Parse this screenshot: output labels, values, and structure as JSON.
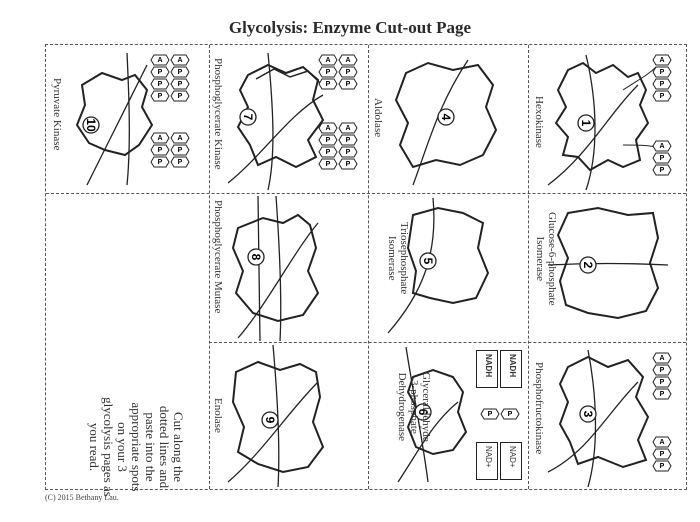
{
  "page": {
    "title": "Glycolysis: Enzyme Cut-out Page",
    "copyright": "(C) 2015 Bethany Lau."
  },
  "instructions": "Cut along the\ndotted lines and\npaste into the\nappropriate spots\non your 3\nglycolysis pages as\nyou read.",
  "enzymes": [
    {
      "step": "1",
      "name": "Hexokinase"
    },
    {
      "step": "2",
      "name": "Glucose-6-phosphate\nIsomerase"
    },
    {
      "step": "3",
      "name": "Phosphofructokinase"
    },
    {
      "step": "4",
      "name": "Aldolase"
    },
    {
      "step": "5",
      "name": "Triosephosphate\nIsomerase"
    },
    {
      "step": "6",
      "name": "Glyceraldehyde\n3-phosphate\nDehydrogenase"
    },
    {
      "step": "7",
      "name": "Phosphoglycerate Kinase"
    },
    {
      "step": "8",
      "name": "Phosphoglycerate Mutase"
    },
    {
      "step": "9",
      "name": "Enolase"
    },
    {
      "step": "10",
      "name": "Pyruvate Kinase"
    }
  ],
  "molecules": {
    "adenosine": "A",
    "phosphate": "P",
    "nad": "NAD+",
    "nadh": "NADH"
  }
}
